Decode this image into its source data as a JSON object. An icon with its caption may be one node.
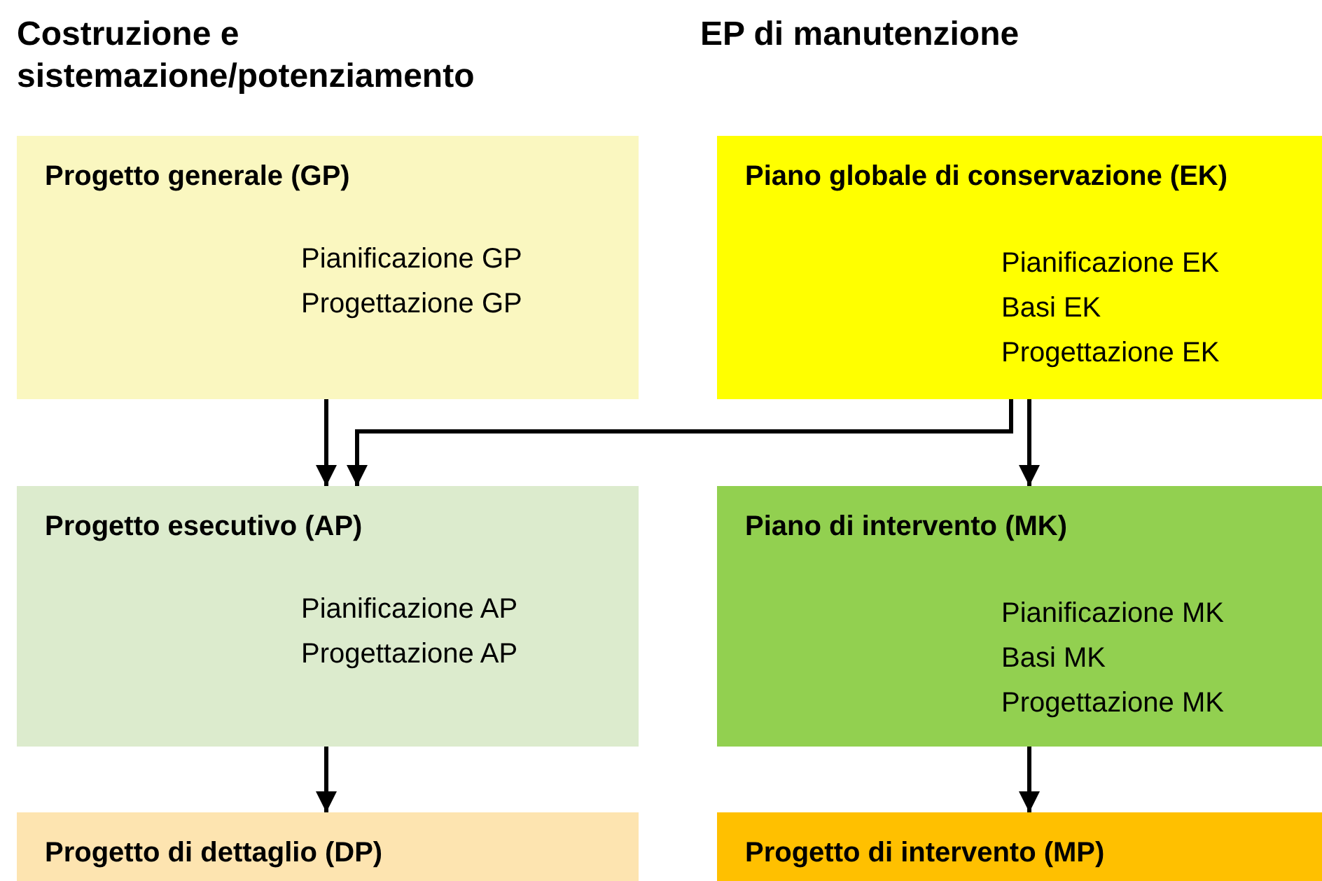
{
  "diagram": {
    "nodes": [
      {
        "text": [
          "Progetto generale (GP)",
          "Pianificazione GP",
          "Progettazione GP"
        ]
      },
      {
        "text": [
          "Piano globale di conservazione (EK)",
          "Pianificazione EK",
          "Basi EK",
          "Progettazione EK"
        ]
      },
      {
        "text": [
          "Progetto esecutivo (AP)",
          "Pianificazione AP",
          "Progettazione AP"
        ]
      },
      {
        "text": [
          "Piano di intervento (MK)",
          "Pianificazione MK",
          "Basi MK",
          "Progettazione MK"
        ]
      },
      {
        "text": [
          "Progetto di dettaglio (DP)"
        ]
      },
      {
        "text": [
          "Progetto di intervento (MP)"
        ]
      }
    ],
    "edges": [
      {
        "from": 0,
        "to": 2,
        "arrow": "to"
      },
      {
        "from": 1,
        "to": 2,
        "arrow": "to"
      },
      {
        "from": 1,
        "to": 3,
        "arrow": "to"
      },
      {
        "from": 2,
        "to": 4,
        "arrow": "to"
      },
      {
        "from": 3,
        "to": 5,
        "arrow": "to"
      }
    ],
    "labels": [
      "Costruzione e sistemazione/potenziamento",
      "EP di manutenzione"
    ]
  }
}
